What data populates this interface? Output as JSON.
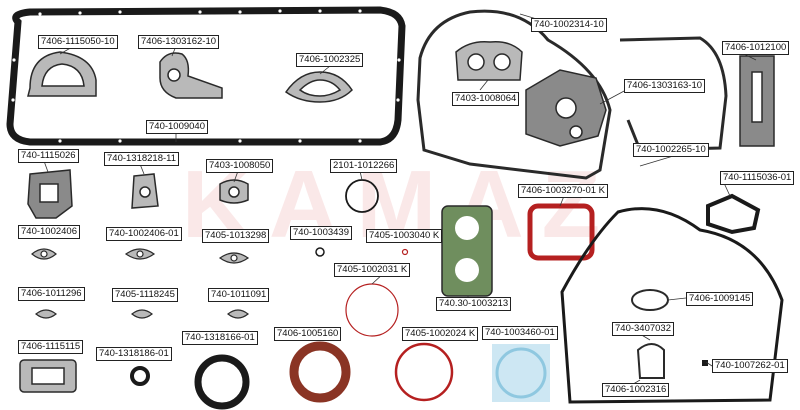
{
  "watermark": "KAMAZ",
  "colors": {
    "gasket_gray": "#9a9a9a",
    "gasket_dark": "#1a1a1a",
    "red_seal": "#b52020",
    "blue_ring": "#8fc8e0",
    "brown_seal": "#8a3424"
  },
  "parts": [
    {
      "id": "p01",
      "label": "7406-1115050-10",
      "shape": "oval-bracket-gasket"
    },
    {
      "id": "p02",
      "label": "7406-1303162-10",
      "shape": "flange-gasket"
    },
    {
      "id": "p03",
      "label": "7406-1002325",
      "shape": "wide-oval-gasket"
    },
    {
      "id": "p04",
      "label": "740-1009040",
      "shape": "oil-pan-gasket"
    },
    {
      "id": "p05",
      "label": "740-1002314-10",
      "shape": "timing-cover-gasket"
    },
    {
      "id": "p06",
      "label": "7403-1008064",
      "shape": "double-port-gasket"
    },
    {
      "id": "p07",
      "label": "7406-1303163-10",
      "shape": "pump-body-gasket"
    },
    {
      "id": "p08",
      "label": "7406-1012100",
      "shape": "rectangular-plate-gasket"
    },
    {
      "id": "p09",
      "label": "740-1002265-10",
      "shape": "curved-strip-gasket"
    },
    {
      "id": "p10",
      "label": "740-1115026",
      "shape": "square-flange-gasket"
    },
    {
      "id": "p11",
      "label": "740-1318218-11",
      "shape": "vertical-flange-gasket"
    },
    {
      "id": "p12",
      "label": "7403-1008050",
      "shape": "small-flange-gasket"
    },
    {
      "id": "p13",
      "label": "2101-1012266",
      "shape": "o-ring"
    },
    {
      "id": "p14",
      "label": "7406-1003270-01 K",
      "shape": "red-valve-cover-gasket"
    },
    {
      "id": "p15",
      "label": "740-1115036-01",
      "shape": "rounded-square-gasket"
    },
    {
      "id": "p16",
      "label": "740-1002406",
      "shape": "two-hole-flange"
    },
    {
      "id": "p17",
      "label": "740-1002406-01",
      "shape": "two-hole-flange"
    },
    {
      "id": "p18",
      "label": "7405-1013298",
      "shape": "two-hole-flange"
    },
    {
      "id": "p19",
      "label": "740-1003439",
      "shape": "small-ring"
    },
    {
      "id": "p20",
      "label": "7405-1003040 K",
      "shape": "tiny-ring"
    },
    {
      "id": "p21",
      "label": "740.30-1003213",
      "shape": "head-gasket"
    },
    {
      "id": "p22",
      "label": "7405-1002031 K",
      "shape": "red-ring"
    },
    {
      "id": "p23",
      "label": "7406-1009145",
      "shape": "oval-flange"
    },
    {
      "id": "p24",
      "label": "7406-1011296",
      "shape": "small-flange"
    },
    {
      "id": "p25",
      "label": "7405-1118245",
      "shape": "small-flange"
    },
    {
      "id": "p26",
      "label": "740-1011091",
      "shape": "small-flange"
    },
    {
      "id": "p27",
      "label": "740-3407032",
      "shape": "pump-gasket"
    },
    {
      "id": "p28",
      "label": "7406-1115115",
      "shape": "rect-gasket"
    },
    {
      "id": "p29",
      "label": "740-1318186-01",
      "shape": "small-seal"
    },
    {
      "id": "p30",
      "label": "740-1318166-01",
      "shape": "black-ring"
    },
    {
      "id": "p31",
      "label": "7406-1005160",
      "shape": "brown-seal"
    },
    {
      "id": "p32",
      "label": "7405-1002024 K",
      "shape": "red-thin-ring"
    },
    {
      "id": "p33",
      "label": "740-1003460-01",
      "shape": "blue-ring"
    },
    {
      "id": "p34",
      "label": "740-1007262-01",
      "shape": "tiny-dark"
    },
    {
      "id": "p35",
      "label": "7406-1002316",
      "shape": "front-cover-gasket"
    }
  ]
}
